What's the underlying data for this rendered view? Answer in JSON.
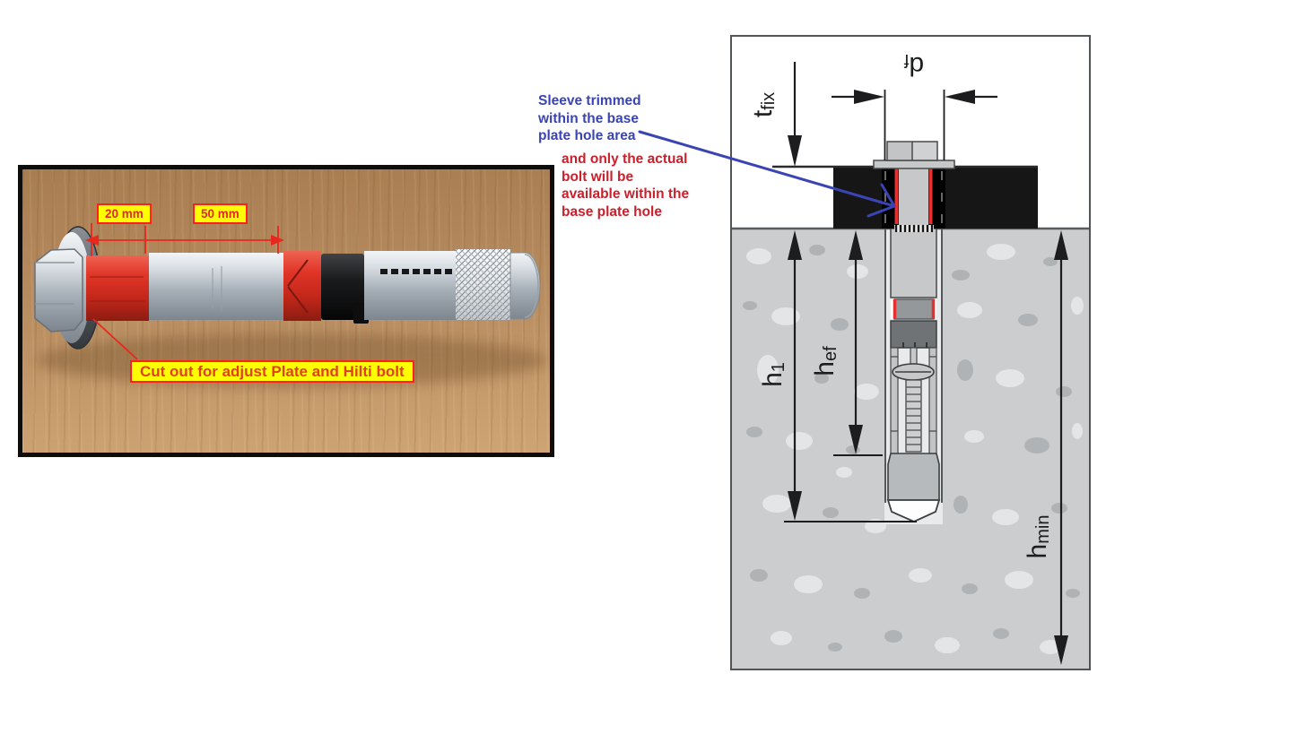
{
  "photo": {
    "description": "Hilti sleeve anchor bolt lying on a wooden table",
    "dim_left": "20 mm",
    "dim_right": "50 mm",
    "callout": "Cut out for adjust Plate and Hilti bolt"
  },
  "notes": {
    "blue": {
      "lines": [
        "Sleeve trimmed",
        "within the base",
        "plate hole area"
      ]
    },
    "red": {
      "lines": [
        "and only the actual",
        "bolt will be",
        "available within the",
        "base plate hole"
      ]
    }
  },
  "diagram": {
    "labels": {
      "df": {
        "base": "d",
        "sub": "f"
      },
      "tfix": {
        "base": "t",
        "sub": "fix"
      },
      "h1": {
        "base": "h",
        "sub": "1"
      },
      "hef": {
        "base": "h",
        "sub": "ef"
      },
      "hmin": {
        "base": "h",
        "sub": "min"
      }
    }
  },
  "colors": {
    "label_bg": "#ffff00",
    "label_border": "#ff2015",
    "label_text_red": "#e02a20",
    "note_blue": "#3a44b4",
    "note_red": "#c9202b",
    "sleeve_red": "#d32a1e",
    "plate_black": "#161616",
    "concrete_gray": "#cbcdcf"
  }
}
